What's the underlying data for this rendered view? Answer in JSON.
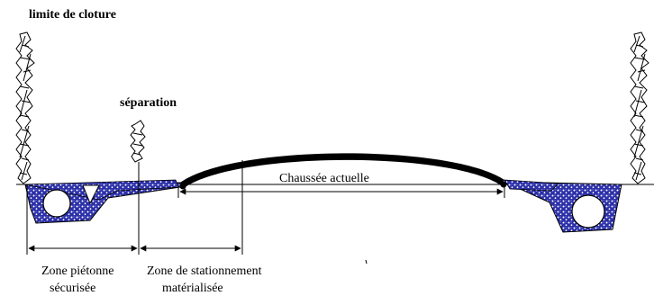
{
  "diagram": {
    "labels": {
      "fence_limit": "limite de cloture",
      "separation": "séparation",
      "current_road": "Chaussée actuelle",
      "pedestrian_zone_line1": "Zone piétonne",
      "pedestrian_zone_line2": "sécurisée",
      "parking_zone_line1": "Zone de stationnement",
      "parking_zone_line2": "matérialisée"
    },
    "colors": {
      "ink": "#000000",
      "fill_blue": "#2b2fa8",
      "fill_speckle": "#ffffff",
      "road_surface": "#000000",
      "background": "#ffffff"
    },
    "icons": {
      "fence_left": "hedge-fence-icon",
      "fence_right": "hedge-fence-icon",
      "separation": "bollard-icon"
    }
  }
}
